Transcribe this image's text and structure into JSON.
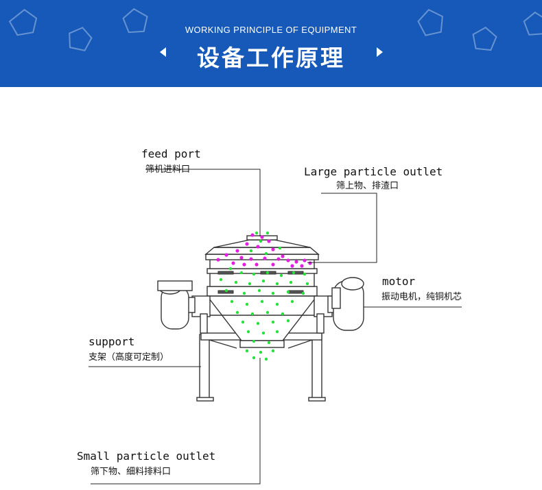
{
  "header": {
    "subtitle": "WORKING PRINCIPLE OF EQUIPMENT",
    "title": "设备工作原理",
    "background_color": "#1659b9",
    "decor_icon": "pentagon-outline-icon"
  },
  "labels": {
    "feed_port": {
      "en": "feed port",
      "zh": "筛机进料口"
    },
    "large_outlet": {
      "en": "Large particle outlet",
      "zh": "筛上物、排渣口"
    },
    "motor": {
      "en": "motor",
      "zh": "振动电机，纯铜机芯"
    },
    "support": {
      "en": "support",
      "zh": "支架（高度可定制）"
    },
    "small_outlet": {
      "en": "Small particle outlet",
      "zh": "筛下物、细料排料口"
    }
  },
  "colors": {
    "large_particles": "#e21fe0",
    "small_particles": "#27e03a",
    "machine_line": "#333333"
  }
}
